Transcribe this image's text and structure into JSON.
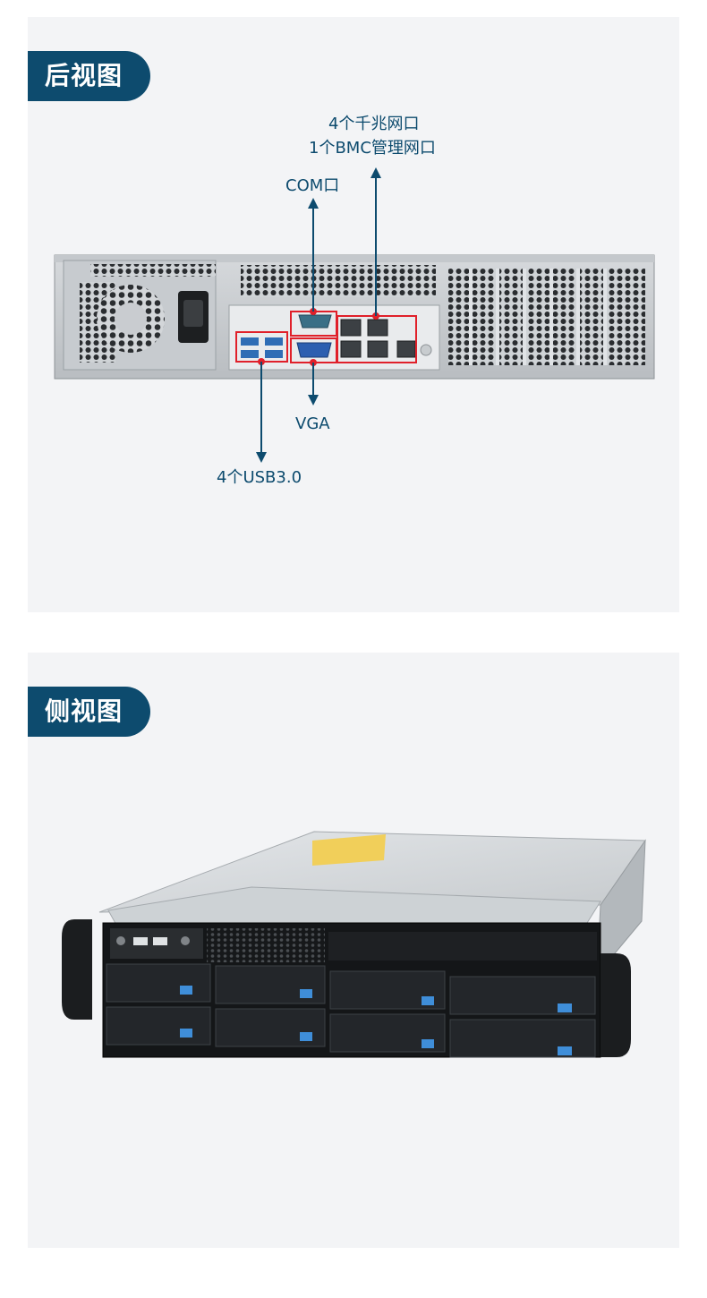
{
  "rear": {
    "title": "后视图",
    "labels": {
      "lan_line1": "4个千兆网口",
      "lan_line2": "1个BMC管理网口",
      "com": "COM口",
      "vga": "VGA",
      "usb": "4个USB3.0"
    }
  },
  "side": {
    "title": "侧视图"
  },
  "colors": {
    "accent": "#0d4b6e",
    "highlight": "#e0202a",
    "panel_bg": "#f3f4f6"
  }
}
